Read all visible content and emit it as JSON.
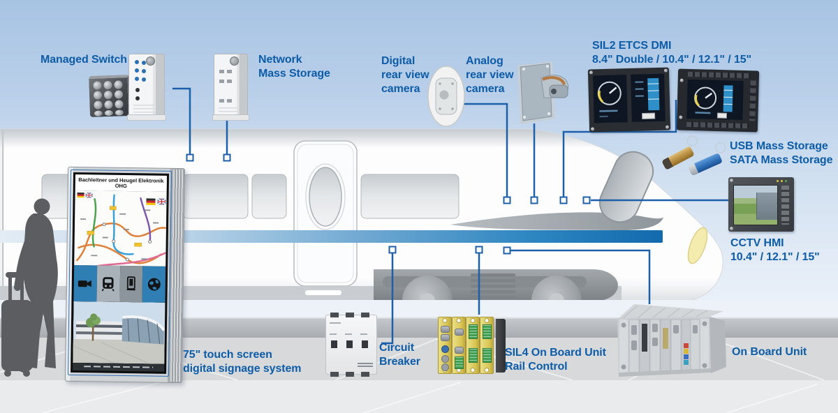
{
  "labels": {
    "managed_switch": "Managed Switch",
    "network_mass_storage": "Network\nMass Storage",
    "digital_camera": "Digital\nrear view\ncamera",
    "analog_camera": "Analog\nrear view\ncamera",
    "sil2_dmi": "SIL2 ETCS DMI\n8.4\" Double / 10.4\" / 12.1\" / 15\"",
    "usb_sata": "USB Mass Storage\nSATA Mass Storage",
    "cctv_hmi": "CCTV HMI\n10.4\" / 12.1\" / 15\"",
    "signage": "75\" touch screen\ndigital signage system",
    "circuit_breaker": "Circuit\nBreaker",
    "sil4": "SIL4 On Board Unit\nRail Control",
    "on_board_unit": "On Board Unit"
  },
  "kiosk": {
    "title": "Bachleitner und Heugel Elektronik OHG",
    "icons": [
      "video-camera-icon",
      "train-icon",
      "info-stele-icon",
      "globe-icon"
    ],
    "flags": [
      "germany-flag",
      "uk-flag"
    ]
  },
  "colors": {
    "label_text": "#0d5ca8",
    "connector_line": "#1d60a9",
    "train_stripe": "#136aad",
    "headlight": "#f3ecae",
    "sil4_yellow": "#d9c553",
    "kiosk_tile_blue": "#2f7fb5"
  }
}
